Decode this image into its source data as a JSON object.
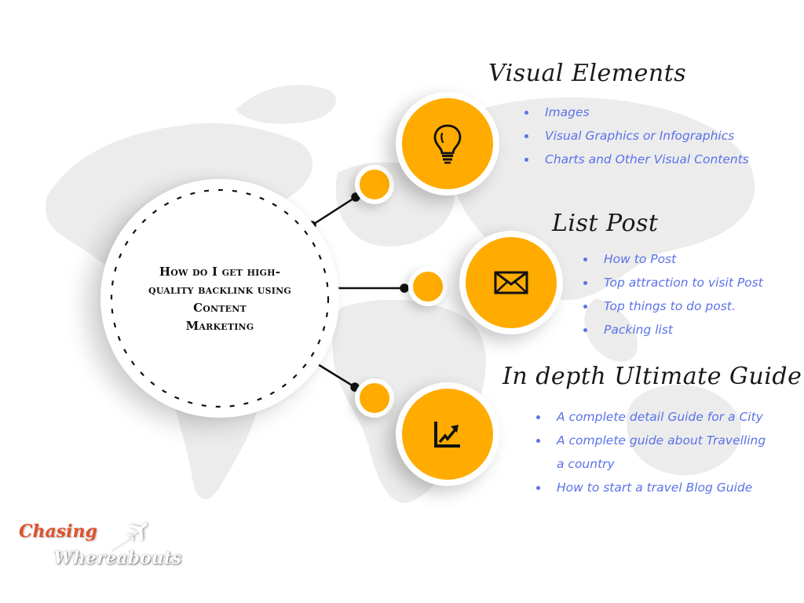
{
  "diagram": {
    "central_topic": "How do I get high-quality backlink using Content Marketing",
    "central_lines": [
      "How do I get high-",
      "quality backlink using",
      "Content",
      "Marketing"
    ],
    "colors": {
      "accent_orange": "#ffab00",
      "bullet_blue": "#5a72e8",
      "title_dark": "#1a1a1a",
      "map_gray": "#ececec",
      "logo_orange": "#e0512a"
    },
    "branches": [
      {
        "icon": "lightbulb-icon",
        "title": "Visual Elements",
        "items": [
          "Images",
          "Visual Graphics or Infographics",
          "Charts and Other Visual Contents"
        ]
      },
      {
        "icon": "envelope-icon",
        "title": "List Post",
        "items": [
          "How to Post",
          "Top attraction to visit Post",
          "Top things to do post.",
          "Packing list"
        ]
      },
      {
        "icon": "trending-chart-icon",
        "title": "In depth Ultimate Guide",
        "items": [
          "A complete detail Guide for a City",
          "A complete guide about Travelling a country",
          "How to start a travel Blog Guide"
        ]
      }
    ]
  },
  "logo": {
    "line1": "Chasing",
    "line2": "Whereabouts"
  }
}
